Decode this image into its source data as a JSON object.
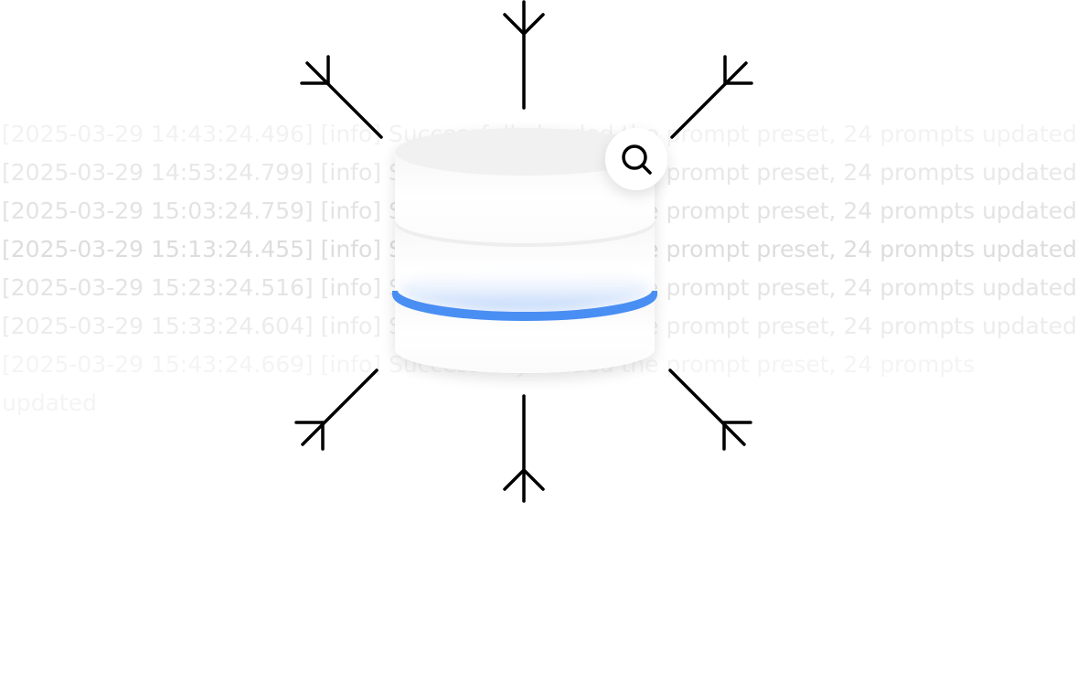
{
  "log": {
    "lines": [
      {
        "text": "[2025-03-29 14:43:24.496] [info] Successfully loaded the prompt preset, 24 prompts updated",
        "color": "#f2f2f2"
      },
      {
        "text": "[2025-03-29 14:53:24.799] [info] Successfully loaded the prompt preset, 24 prompts updated",
        "color": "#e8e8e8"
      },
      {
        "text": "[2025-03-29 15:03:24.759] [info] Successfully loaded the prompt preset, 24 prompts updated",
        "color": "#e3e3e3"
      },
      {
        "text": "[2025-03-29 15:13:24.455] [info] Successfully loaded the prompt preset, 24 prompts updated",
        "color": "#dddddd"
      },
      {
        "text": "[2025-03-29 15:23:24.516] [info] Successfully loaded the prompt preset, 24 prompts updated",
        "color": "#e4e4e4"
      },
      {
        "text": "[2025-03-29 15:33:24.604] [info] Successfully loaded the prompt preset, 24 prompts updated",
        "color": "#ececec"
      },
      {
        "text": "[2025-03-29 15:43:24.669] [info] Successfully loaded the prompt preset, 24 prompts updated",
        "color": "#f4f4f4"
      }
    ]
  },
  "illustration": {
    "center_icon": "database-icon",
    "badge_icon": "search-icon",
    "pointer_icon": "arrow-icon",
    "accent_color": "#4a8ef3",
    "accent_glow_color": "#b3d0fb",
    "stroke_color": "#000000"
  }
}
